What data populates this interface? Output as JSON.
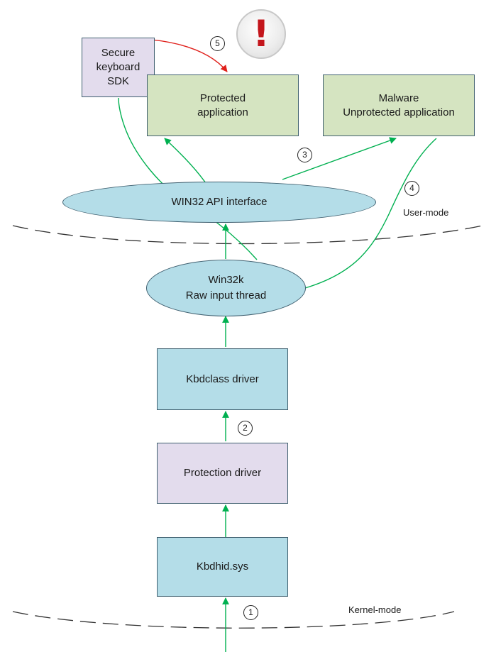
{
  "nodes": {
    "secure_keyboard_sdk": "Secure\nkeyboard\nSDK",
    "protected_application": "Protected\napplication",
    "malware": "Malware\nUnprotected application",
    "win32_api": "WIN32 API interface",
    "win32k": "Win32k\nRaw input thread",
    "kbdclass": "Kbdclass driver",
    "protection_driver": "Protection driver",
    "kbdhid": "Kbdhid.sys"
  },
  "modes": {
    "user": "User-mode",
    "kernel": "Kernel-mode"
  },
  "steps": [
    "1",
    "2",
    "3",
    "4",
    "5"
  ],
  "warning_symbol": "!",
  "colors": {
    "driver_fill": "#b4dde8",
    "app_fill": "#d5e4c1",
    "sdk_fill": "#e3dced",
    "data_flow": "#00b050",
    "alert_flow": "#e0201b"
  }
}
